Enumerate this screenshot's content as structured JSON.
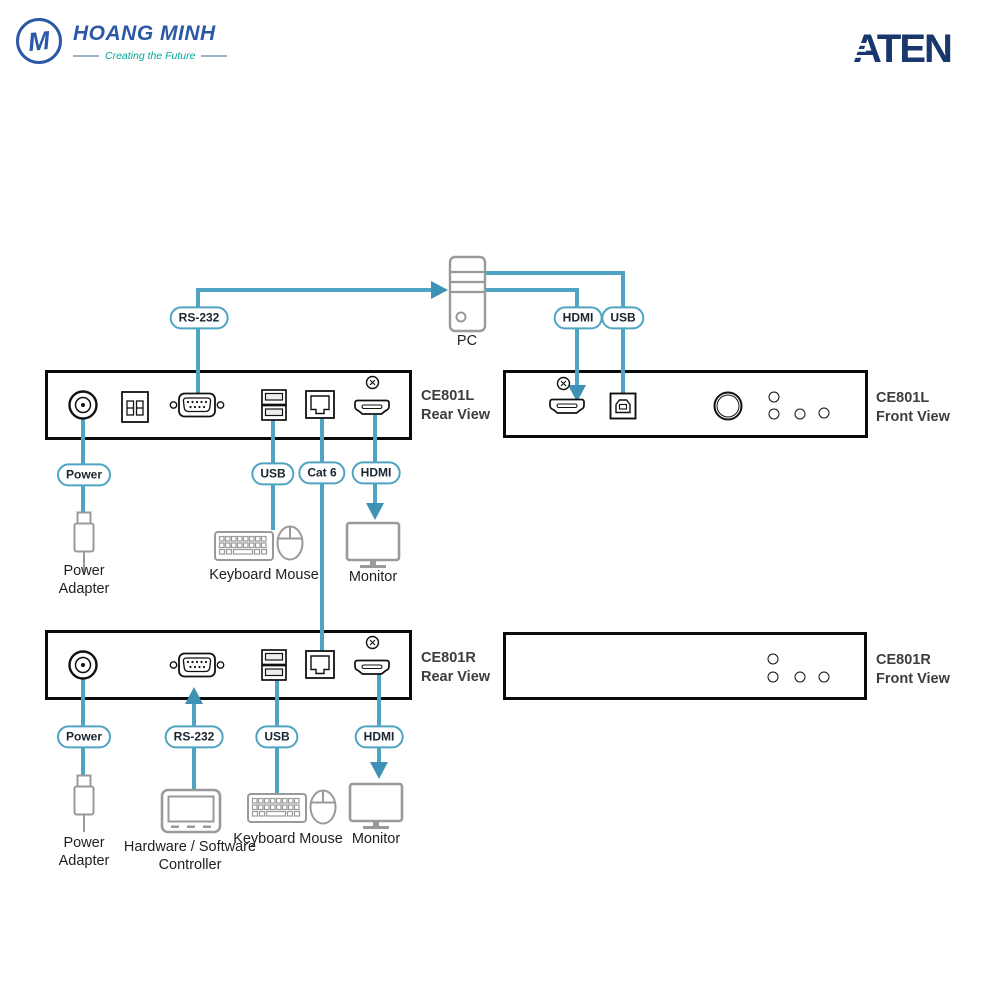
{
  "colors": {
    "line": "#4FA4C3",
    "arrow": "#3E92B5",
    "pill-border": "#4FA4C3",
    "pill-text": "#1A2530",
    "device-border": "#0A0A0A",
    "port-stroke": "#111111",
    "gray-icon": "#9A9A9A",
    "caption": "#1F1F1F",
    "device-label": "#3D3D3D",
    "brand-blue": "#2B59A6",
    "brand-teal": "#00A79D",
    "aten-navy": "#19376D"
  },
  "header": {
    "brand_name": "HOANG MINH",
    "brand_tagline": "Creating the Future",
    "brand_monogram": "M",
    "aten_logo": "ATEN"
  },
  "diagram": {
    "pc_label": "PC",
    "pills": {
      "rs232_pc": "RS-232",
      "hdmi_pc": "HDMI",
      "usb_pc": "USB",
      "power_l": "Power",
      "usb_l": "USB",
      "cat6": "Cat 6",
      "hdmi_l": "HDMI",
      "power_r": "Power",
      "rs232_r": "RS-232",
      "usb_r": "USB",
      "hdmi_r": "HDMI"
    },
    "devices": {
      "ce801l_rear": {
        "model": "CE801L",
        "view": "Rear View"
      },
      "ce801l_front": {
        "model": "CE801L",
        "view": "Front View"
      },
      "ce801r_rear": {
        "model": "CE801R",
        "view": "Rear View"
      },
      "ce801r_front": {
        "model": "CE801R",
        "view": "Front View"
      }
    },
    "captions": {
      "power_adapter_l": "Power Adapter",
      "keyboard_mouse_l": "Keyboard Mouse",
      "monitor_l": "Monitor",
      "power_adapter_r": "Power Adapter",
      "controller": "Hardware / Software Controller",
      "keyboard_mouse_r": "Keyboard Mouse",
      "monitor_r": "Monitor"
    }
  }
}
